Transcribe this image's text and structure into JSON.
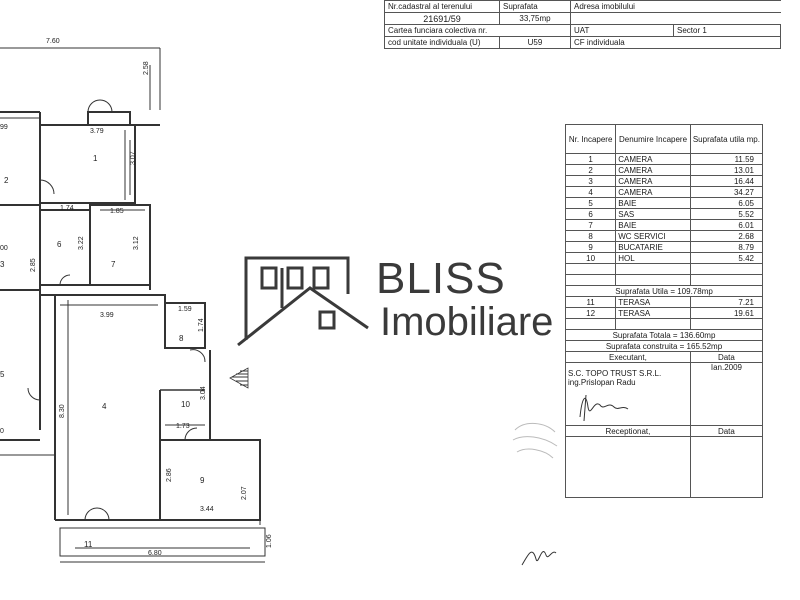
{
  "header_table": {
    "row1": {
      "c1": "Nr.cadastral al terenului",
      "c2": "Suprafata",
      "c3": "Adresa imobilului"
    },
    "row2": {
      "c1": "21691/59",
      "c2": "33,75mp"
    },
    "row3": {
      "c1": "Cartea funciara colectiva nr.",
      "c3": "UAT",
      "c4": "Sector 1"
    },
    "row4": {
      "c1": "cod unitate individuala (U)",
      "c2": "U59",
      "c3": "CF individuala"
    }
  },
  "rooms_table": {
    "headers": {
      "nr": "Nr. Incapere",
      "name": "Denumire Incapere",
      "area": "Suprafata utila mp."
    },
    "rows": [
      {
        "nr": "1",
        "name": "CAMERA",
        "area": "11.59"
      },
      {
        "nr": "2",
        "name": "CAMERA",
        "area": "13.01"
      },
      {
        "nr": "3",
        "name": "CAMERA",
        "area": "16.44"
      },
      {
        "nr": "4",
        "name": "CAMERA",
        "area": "34.27"
      },
      {
        "nr": "5",
        "name": "BAIE",
        "area": "6.05"
      },
      {
        "nr": "6",
        "name": "SAS",
        "area": "5.52"
      },
      {
        "nr": "7",
        "name": "BAIE",
        "area": "6.01"
      },
      {
        "nr": "8",
        "name": "WC SERVICI",
        "area": "2.68"
      },
      {
        "nr": "9",
        "name": "BUCATARIE",
        "area": "8.79"
      },
      {
        "nr": "10",
        "name": "HOL",
        "area": "5.42"
      }
    ],
    "useful_total": "Suprafata Utila = 109.78mp",
    "terrace_rows": [
      {
        "nr": "11",
        "name": "TERASA",
        "area": "7.21"
      },
      {
        "nr": "12",
        "name": "TERASA",
        "area": "19.61"
      }
    ],
    "total": "Suprafata Totala = 136.60mp",
    "built": "Suprafata construita = 165.52mp",
    "executant_label": "Executant,",
    "data_label": "Data",
    "company": "S.C. TOPO TRUST S.R.L.",
    "engineer": "ing.Prislopan Radu",
    "date": "Ian.2009",
    "receptionat_label": "Receptionat,",
    "data_label2": "Data"
  },
  "logo": {
    "brand": "BLISS",
    "sub": "Imobiliare",
    "color": "#3a3a3a"
  },
  "plan": {
    "dims": {
      "d760": "7.60",
      "d258": "2.58",
      "d99": "99",
      "d379": "3.79",
      "d307": "3.07",
      "d174": "1.74",
      "d185": "1.85",
      "d322": "3.22",
      "d312": "3.12",
      "d285": "2.85",
      "d00": "00",
      "d399": "3.99",
      "d159": "1.59",
      "d174b": "1.74",
      "d830": "8.30",
      "d304": "3.04",
      "d173": "1.73",
      "d286": "2.86",
      "d207": "2.07",
      "d344": "3.44",
      "d680": "6.80",
      "d106": "1.06",
      "d0": "0"
    },
    "rooms": {
      "r1": "1",
      "r2": "2",
      "r3": "3",
      "r4": "4",
      "r5": "5",
      "r6": "6",
      "r7": "7",
      "r8": "8",
      "r9": "9",
      "r10": "10",
      "r11": "11"
    }
  }
}
